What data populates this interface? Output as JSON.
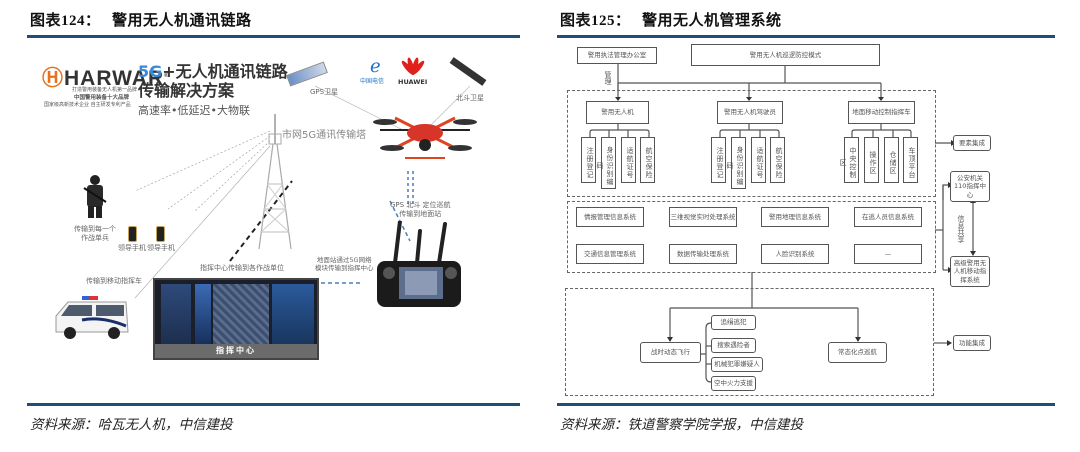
{
  "figures": {
    "left": {
      "title_prefix": "图表",
      "title_number": "124",
      "title_sep": "：",
      "title_text": "警用无人机通讯链路",
      "source": "资料来源：哈瓦无人机，中信建投",
      "brand": {
        "logo_text": "HARWAR",
        "logo_reg": "®",
        "tagline_1": "打造警用装备无人机第一品牌",
        "tagline_2": "中国警用装备十大品牌",
        "tagline_3": "国家级高新技术企业  自主研发专利产品"
      },
      "solution": {
        "title_5g": "5G",
        "title_line1_rest": "+无人机通讯链路",
        "title_line2": "传输解决方案",
        "subtitle": "高速率•低延迟•大物联"
      },
      "partners": [
        "中国电信",
        "HUAWEI"
      ],
      "labels": {
        "gps_satellite": "GPS卫星",
        "beidou_satellite": "北斗卫星",
        "tower": "市网5G通讯传输塔",
        "soldier": "传输到每一个\n作战单兵",
        "phone_1": "领导手机",
        "phone_2": "领导手机",
        "vehicle": "传输到移动指挥车",
        "command_to_units": "指挥中心传输到各作战单位",
        "ground_station_in": "GPS 北斗 定位巡航\n传输到地面站",
        "ground_station_out": "地面站通过5G网络\n模块传输到指挥中心",
        "command_center": "指挥中心"
      }
    },
    "right": {
      "title_prefix": "图表",
      "title_number": "125",
      "title_sep": "：",
      "title_text": "警用无人机管理系统",
      "source": "资料来源：铁道警察学院学报，中信建投",
      "top": {
        "office": "警用执法管理办公室",
        "mode": "警用无人机巡逻防控模式",
        "manage_label": "管理"
      },
      "groups": [
        {
          "name": "警用无人机",
          "items": [
            "注册登记",
            "身份识别编码",
            "适航证号",
            "航空保险"
          ]
        },
        {
          "name": "警用无人机驾驶员",
          "items": [
            "注册登记",
            "身份识别编码",
            "适航证号",
            "航空保险"
          ]
        },
        {
          "name": "地面移动控制指挥车",
          "items": [
            "中央控制区",
            "操作区",
            "仓储区",
            "车顶平台"
          ]
        }
      ],
      "systems": [
        "情报管理信息系统",
        "三维视觉实时处理系统",
        "警用地理信息系统",
        "在逃人员信息系统",
        "交通信息管理系统",
        "数据传输处理系统",
        "人脸识别系统",
        "—"
      ],
      "side": {
        "elements": "要素集成",
        "police_center": "公安机关110指挥中心",
        "sharing": "信息共享",
        "uav_platform": "高级警用无人机移动指挥系统",
        "function": "功能集成"
      },
      "bottom": {
        "left_node": "战时动态飞行",
        "right_node": "常态化点巡航",
        "left_items": [
          "追缉逃犯",
          "搜索遇险者",
          "机械犯罪嫌疑人",
          "空中火力支援"
        ]
      }
    }
  }
}
